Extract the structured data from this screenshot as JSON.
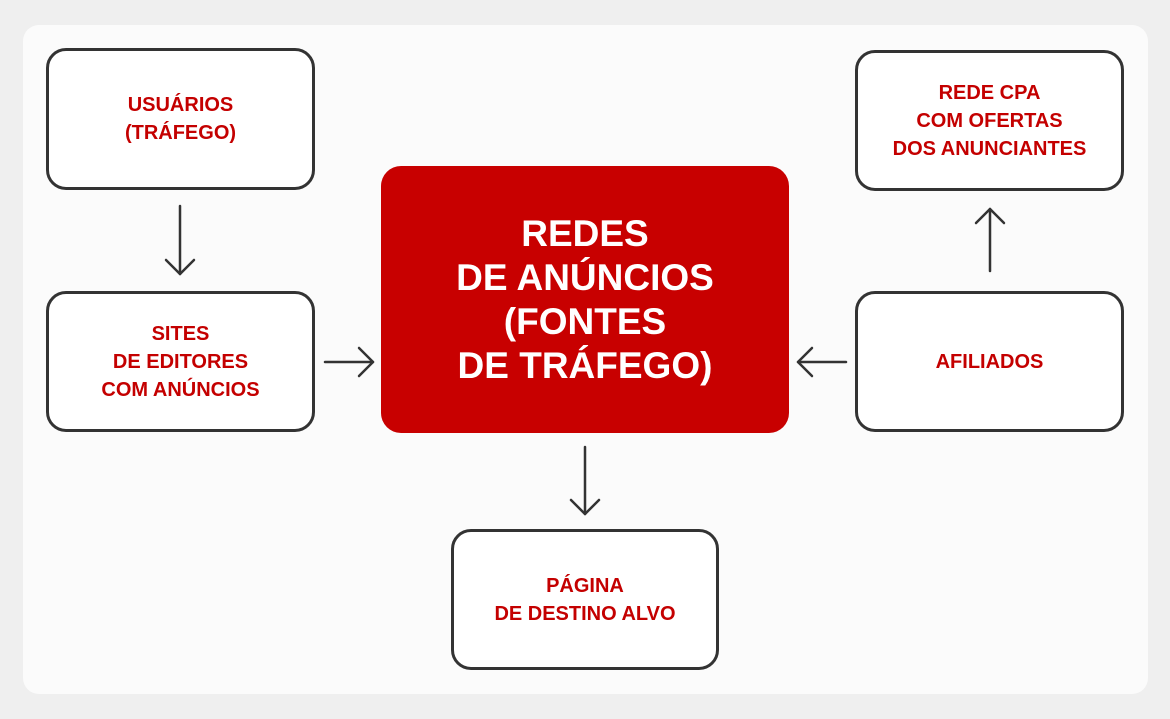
{
  "nodes": {
    "users": "USUÁRIOS\n(TRÁFEGO)",
    "publishers": "SITES\nDE EDITORES\nCOM ANÚNCIOS",
    "ad_networks": "REDES\nDE ANÚNCIOS\n(FONTES\nDE TRÁFEGO)",
    "cpa_network": "REDE CPA\nCOM OFERTAS\nDOS ANUNCIANTES",
    "affiliates": "AFILIADOS",
    "landing_page": "PÁGINA\nDE DESTINO ALVO"
  },
  "colors": {
    "accent": "#c80000",
    "border": "#333333"
  }
}
